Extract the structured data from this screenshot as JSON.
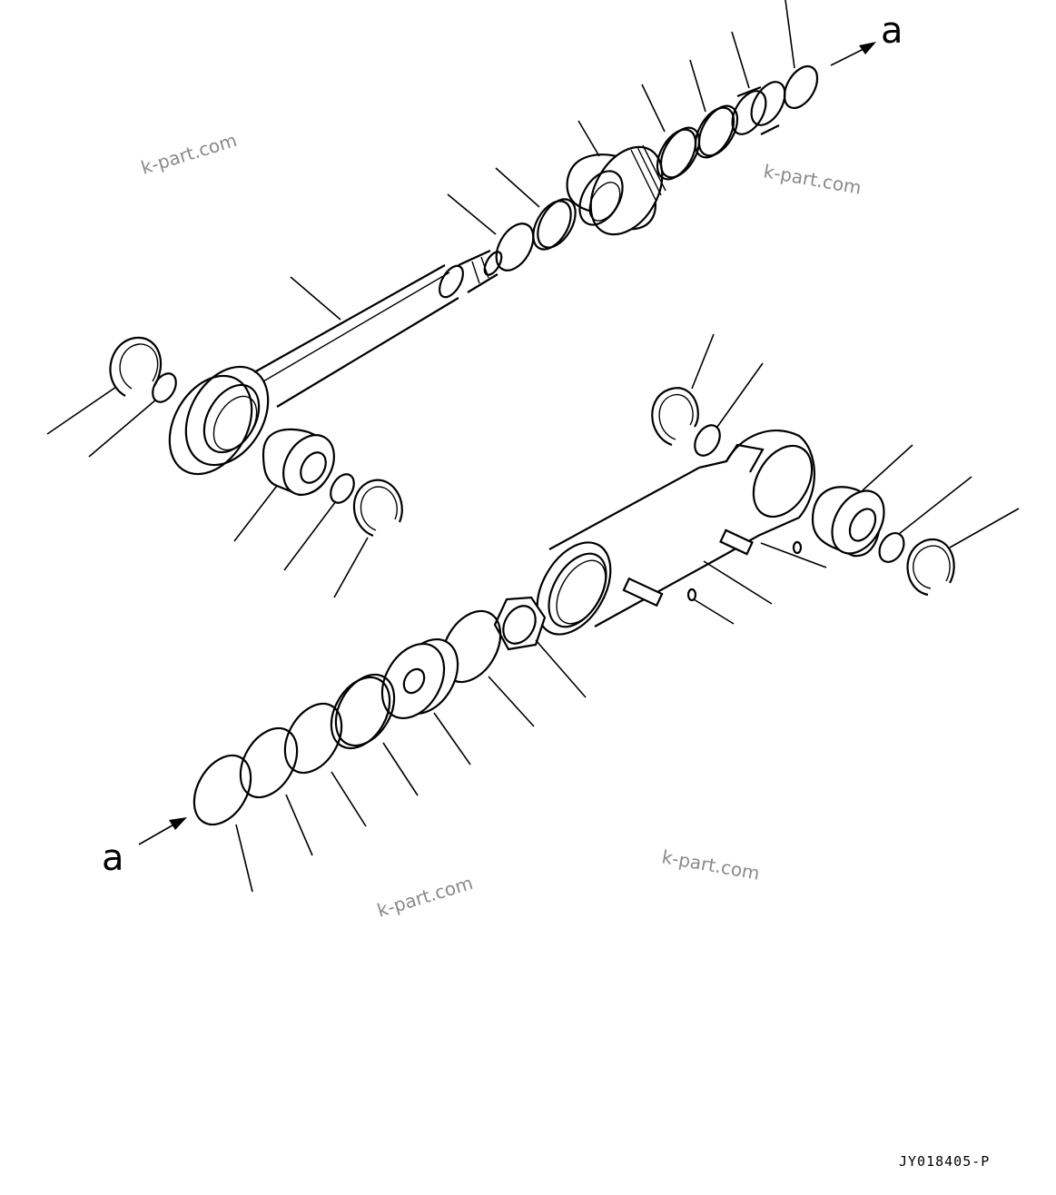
{
  "drawing": {
    "reference_top": "a",
    "reference_bottom": "a",
    "code": "JY018405-P"
  },
  "watermarks": [
    {
      "text": "k-part.com"
    },
    {
      "text": "k-part.com"
    },
    {
      "text": "k-part.com"
    },
    {
      "text": "k-part.com"
    }
  ]
}
